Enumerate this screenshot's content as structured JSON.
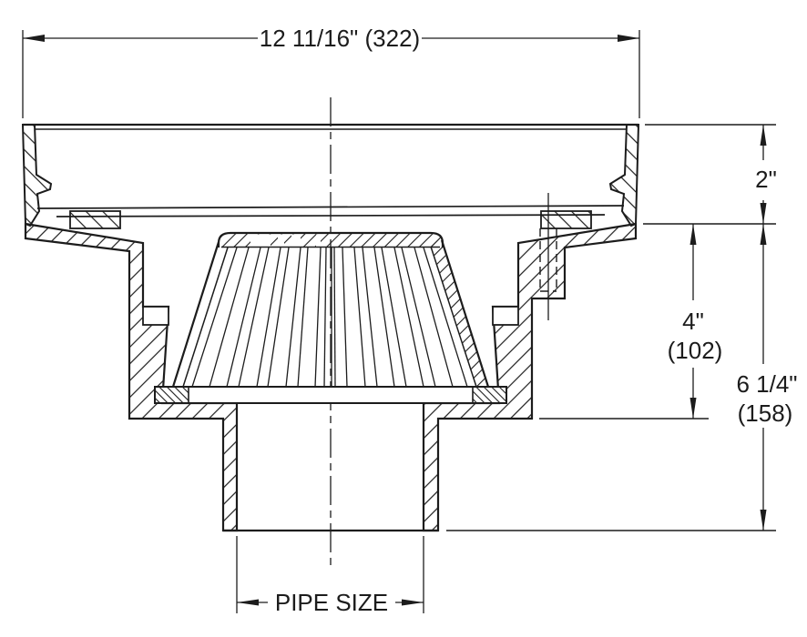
{
  "drawing": {
    "type": "floor-drain-cross-section",
    "background_color": "#ffffff",
    "line_color": "#1c1c1c"
  },
  "dimensions": {
    "overall_width": "12 11/16\" (322)",
    "rim_height": "2\"",
    "sump_depth_in": "4\"",
    "sump_depth_mm": "(102)",
    "overall_height_in": "6 1/4\"",
    "overall_height_mm": "(158)",
    "pipe_size_label": "PIPE SIZE"
  }
}
